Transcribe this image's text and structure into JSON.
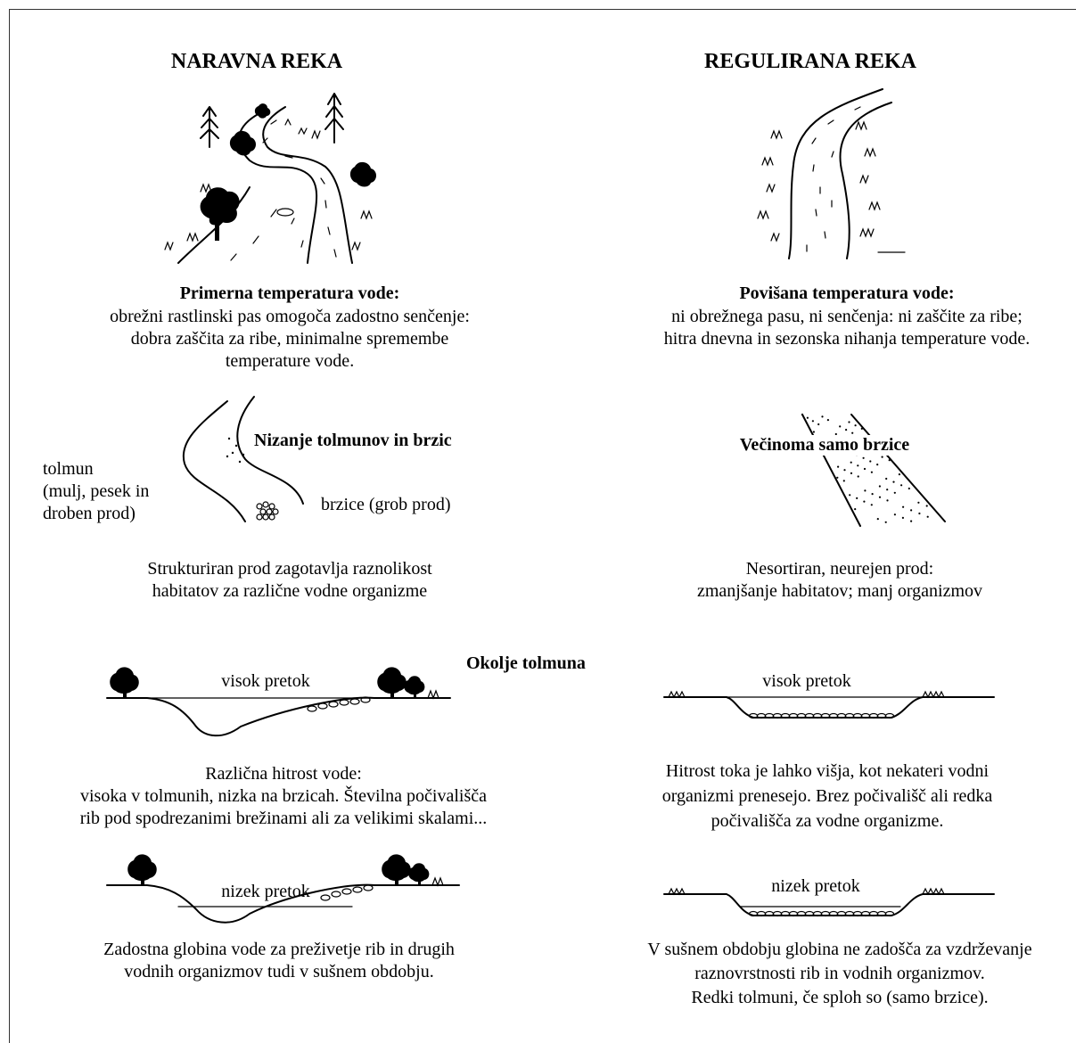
{
  "left": {
    "heading": "NARAVNA REKA",
    "temp_title": "Primerna temperatura vode:",
    "temp_lines": [
      "obrežni rastlinski pas omogoča zadostno senčenje:",
      "dobra zaščita za ribe, minimalne spremembe",
      "temperature vode."
    ],
    "sequence_title": "Nizanje tolmunov in brzic",
    "pool_label_lines": [
      "tolmun",
      "(mulj, pesek in",
      "droben prod)"
    ],
    "riffle_label": "brzice (grob prod)",
    "substrate_lines": [
      "Strukturiran prod zagotavlja raznolikost",
      "habitatov za različne vodne organizme"
    ],
    "high_flow_label": "visok pretok",
    "velocity_lines": [
      "Različna hitrost vode:",
      "visoka v tolmunih, nizka na brzicah. Številna počivališča",
      "rib pod spodrezanimi brežinami ali za velikimi skalami..."
    ],
    "low_flow_label": "nizek pretok",
    "depth_lines": [
      "Zadostna globina vode za preživetje rib in drugih",
      "vodnih organizmov tudi v sušnem obdobju."
    ]
  },
  "right": {
    "heading": "REGULIRANA REKA",
    "temp_title": "Povišana temperatura vode:",
    "temp_lines": [
      "ni obrežnega pasu, ni senčenja: ni zaščite za ribe;",
      "hitra dnevna in sezonska nihanja temperature vode."
    ],
    "sequence_title": "Večinoma samo brzice",
    "substrate_lines": [
      "Nesortiran, neurejen prod:",
      "zmanjšanje habitatov; manj organizmov"
    ],
    "high_flow_label": "visok pretok",
    "velocity_lines": [
      "Hitrost toka je lahko višja, kot nekateri vodni",
      "organizmi prenesejo. Brez počivališč ali redka",
      "počivališča za vodne organizme."
    ],
    "low_flow_label": "nizek pretok",
    "depth_lines": [
      "V sušnem obdobju globina ne zadošča za vzdrževanje",
      "raznovrstnosti rib in vodnih organizmov.",
      "Redki tolmuni, če sploh so (samo brzice)."
    ]
  },
  "center": {
    "pool_environment_title": "Okolje tolmuna"
  }
}
